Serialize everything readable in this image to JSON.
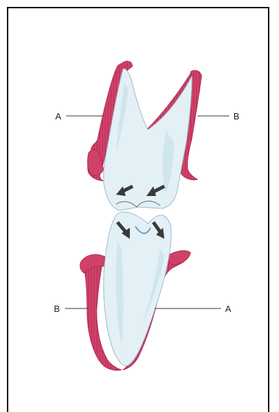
{
  "labels": {
    "upper_left": "A",
    "upper_right": "B",
    "lower_left": "B",
    "lower_right": "A"
  },
  "colors": {
    "tooth_fill": "#e3f0f6",
    "tooth_shadow": "#c7dfeb",
    "ligament": "#d0416a",
    "ligament_dark": "#a8264c",
    "arrow": "#3a3a3a",
    "leader": "#333333"
  }
}
